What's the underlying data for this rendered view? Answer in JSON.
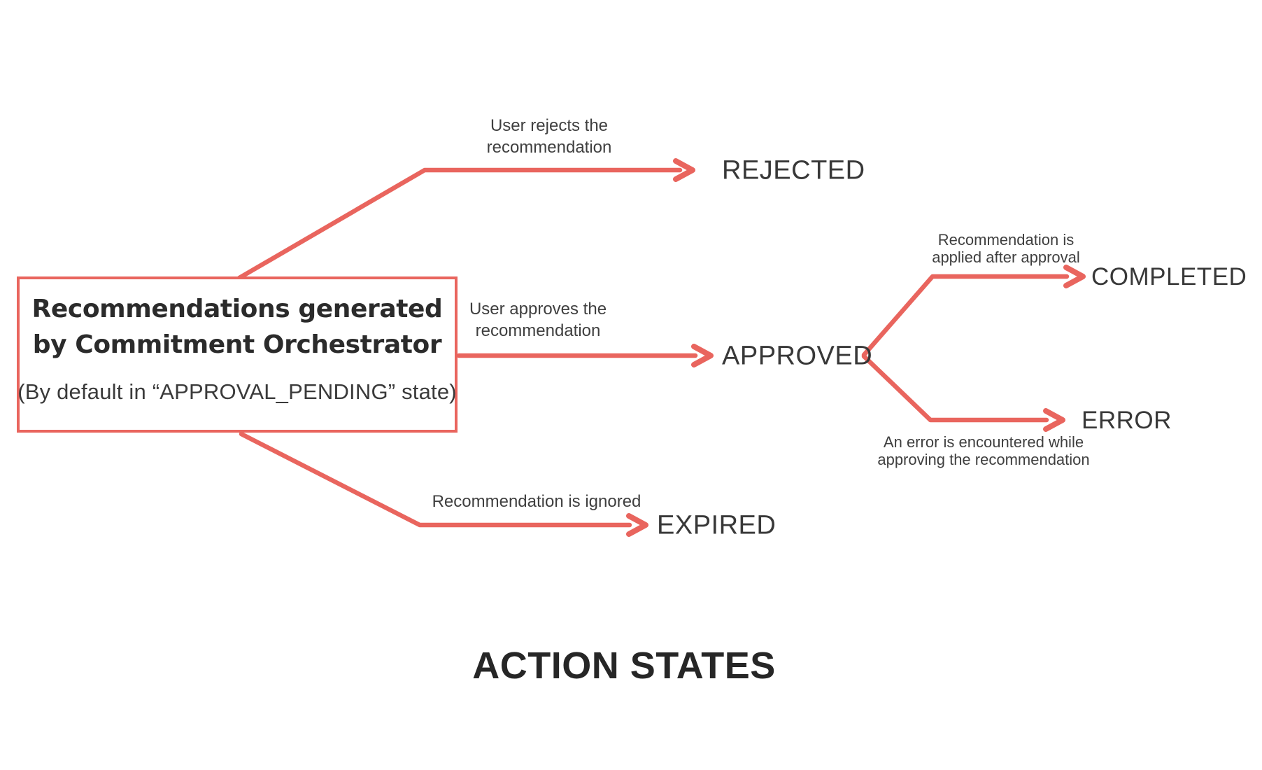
{
  "diagram": {
    "title": "ACTION STATES",
    "source": {
      "heading": "Recommendations generated\nby Commitment Orchestrator",
      "subtitle": "(By default in “APPROVAL_PENDING” state)"
    },
    "states": {
      "rejected": "REJECTED",
      "approved": "APPROVED",
      "completed": "COMPLETED",
      "error": "ERROR",
      "expired": "EXPIRED"
    },
    "annotations": {
      "reject": "User rejects the\nrecommendation",
      "approve": "User approves the\nrecommendation",
      "complete": "Recommendation is\napplied after approval",
      "error": "An error is encountered while\napproving the recommendation",
      "expire": "Recommendation is ignored"
    },
    "colors": {
      "connector": "#e9655e",
      "heading_text": "#2b2b2b",
      "body_text": "#3a3a3a"
    }
  }
}
